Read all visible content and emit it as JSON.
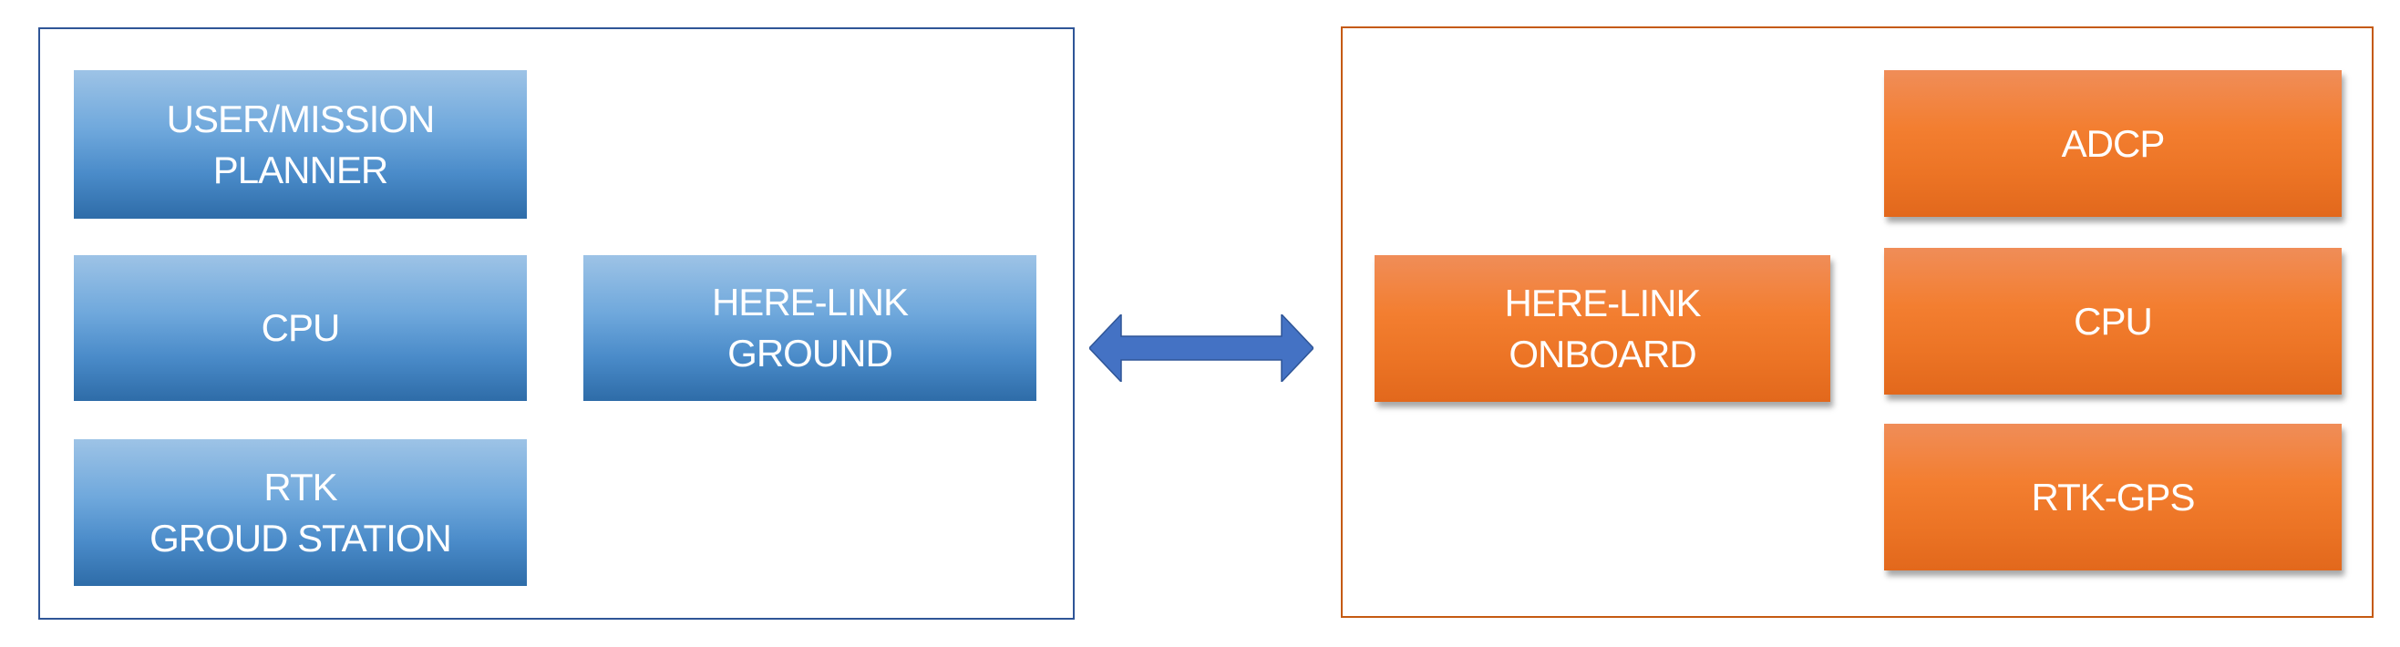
{
  "ground_side": {
    "border_color": "#2f5597",
    "boxes": [
      {
        "label": "USER/MISSION\nPLANNER"
      },
      {
        "label": "CPU"
      },
      {
        "label": "RTK\nGROUD STATION"
      },
      {
        "label": "HERE-LINK\nGROUND"
      }
    ]
  },
  "onboard_side": {
    "border_color": "#c55a11",
    "boxes": [
      {
        "label": "HERE-LINK\nONBOARD"
      },
      {
        "label": "ADCP"
      },
      {
        "label": "CPU"
      },
      {
        "label": "RTK-GPS"
      }
    ]
  },
  "link_arrow": {
    "type": "double-headed",
    "color": "#4472c4"
  }
}
